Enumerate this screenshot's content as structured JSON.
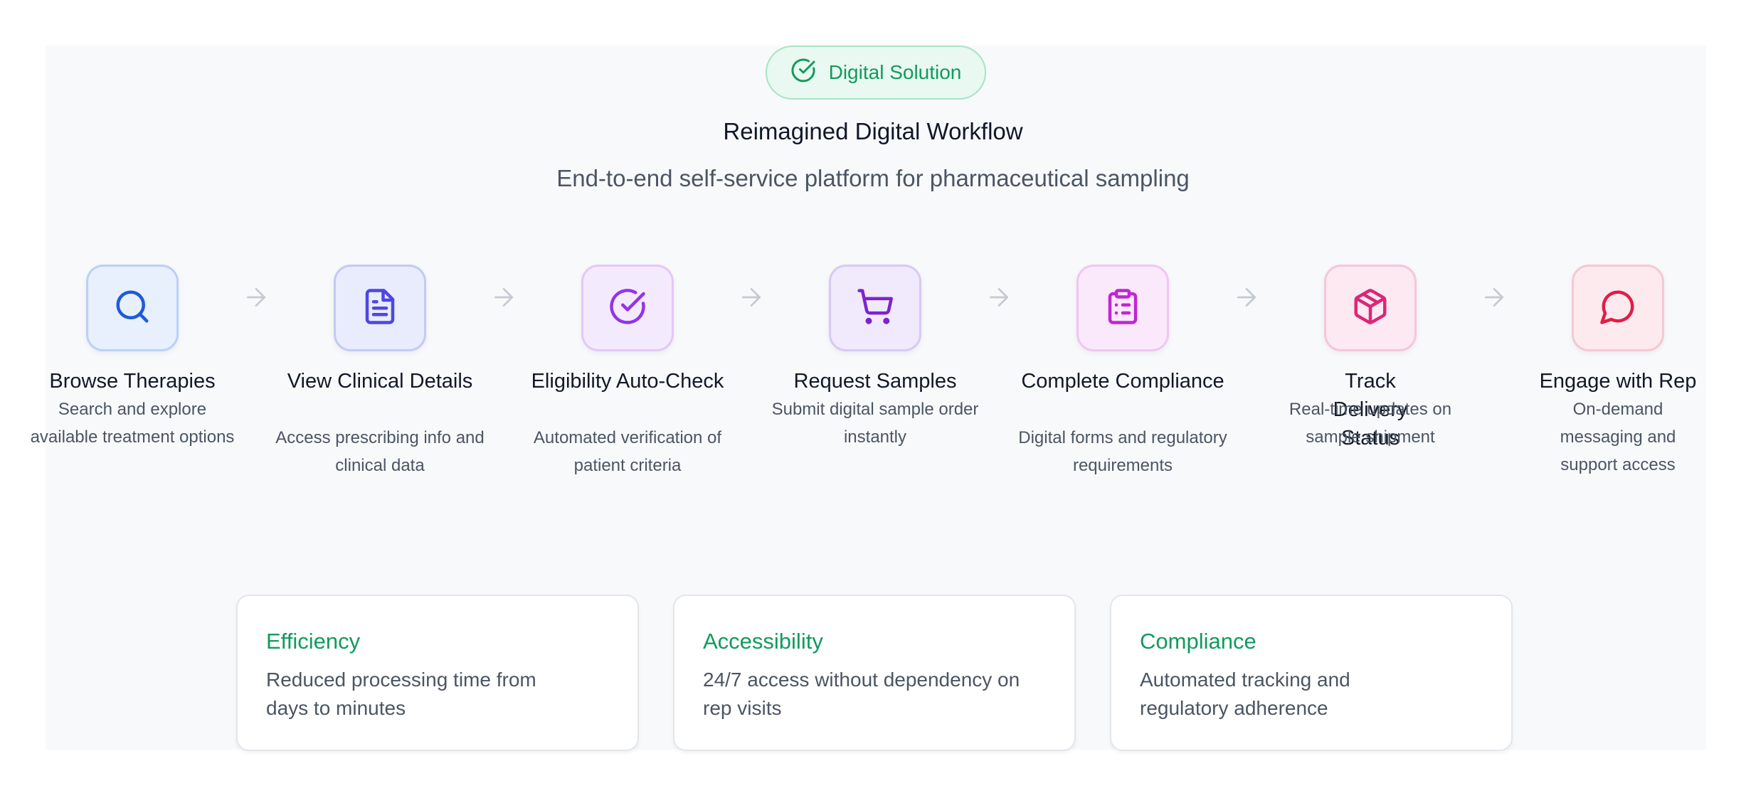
{
  "header": {
    "badge_label": "Digital Solution",
    "badge_icon": "check-circle-icon",
    "title": "Reimagined Digital Workflow",
    "subtitle": "End-to-end self-service platform for pharmaceutical sampling"
  },
  "steps": [
    {
      "label": "Browse Therapies",
      "description": "Search and explore available treatment options",
      "icon": "search-icon",
      "color": "#1d5bd8"
    },
    {
      "label": "View Clinical Details",
      "description": "Access prescribing info and clinical data",
      "icon": "document-icon",
      "color": "#4f46e5"
    },
    {
      "label": "Eligibility Auto-Check",
      "description": "Automated verification of patient criteria",
      "icon": "check-circle-icon",
      "color": "#9333ea"
    },
    {
      "label": "Request Samples",
      "description": "Submit digital sample order instantly",
      "icon": "shopping-cart-icon",
      "color": "#7e22ce"
    },
    {
      "label": "Complete Compliance",
      "description": "Digital forms and regulatory requirements",
      "icon": "clipboard-icon",
      "color": "#c026d3"
    },
    {
      "label": "Track Delivery Status",
      "description": "Real-time updates on sample shipment",
      "icon": "package-icon",
      "color": "#db2777"
    },
    {
      "label": "Engage with Rep",
      "description": "On-demand messaging and support access",
      "icon": "message-circle-icon",
      "color": "#e11d48"
    }
  ],
  "benefits": [
    {
      "title": "Efficiency",
      "text": "Reduced processing time from days to minutes"
    },
    {
      "title": "Accessibility",
      "text": "24/7 access without dependency on rep visits"
    },
    {
      "title": "Compliance",
      "text": "Automated tracking and regulatory adherence"
    }
  ],
  "colors": {
    "accent": "#129a5e",
    "arrow": "#c4c9d2"
  }
}
